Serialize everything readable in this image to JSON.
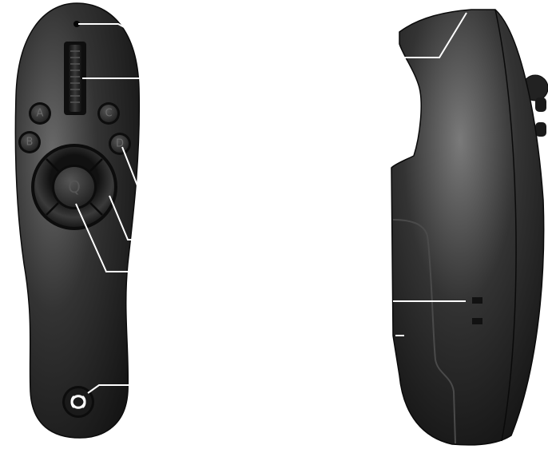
{
  "front_view": {
    "buttons": [
      {
        "id": "a",
        "label": "A"
      },
      {
        "id": "b",
        "label": "B"
      },
      {
        "id": "c",
        "label": "C"
      },
      {
        "id": "d",
        "label": "D"
      }
    ],
    "center_button": {
      "label": "Q"
    }
  },
  "colors": {
    "body": "#2a2a2a",
    "highlight": "#6e6e6e",
    "leader_line": "#ffffff"
  }
}
